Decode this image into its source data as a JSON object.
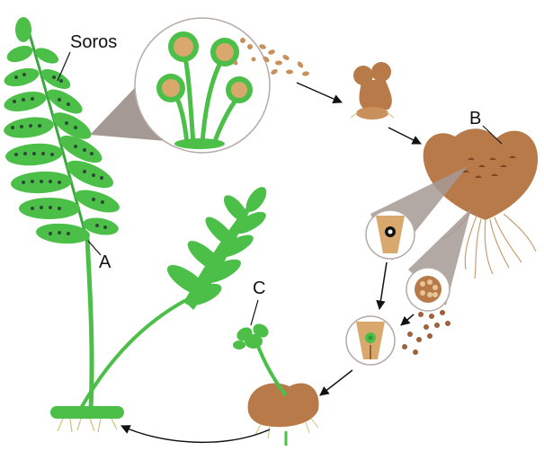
{
  "labels": {
    "soros": "Soros",
    "a": "A",
    "b": "B",
    "c": "C"
  },
  "colors": {
    "frond_green": "#4bbf47",
    "dark_green": "#2f9a34",
    "prothallus_brown": "#b87a48",
    "spore_tan": "#c9905c",
    "zoom_cone": "#a59994",
    "arrow": "#111111"
  }
}
